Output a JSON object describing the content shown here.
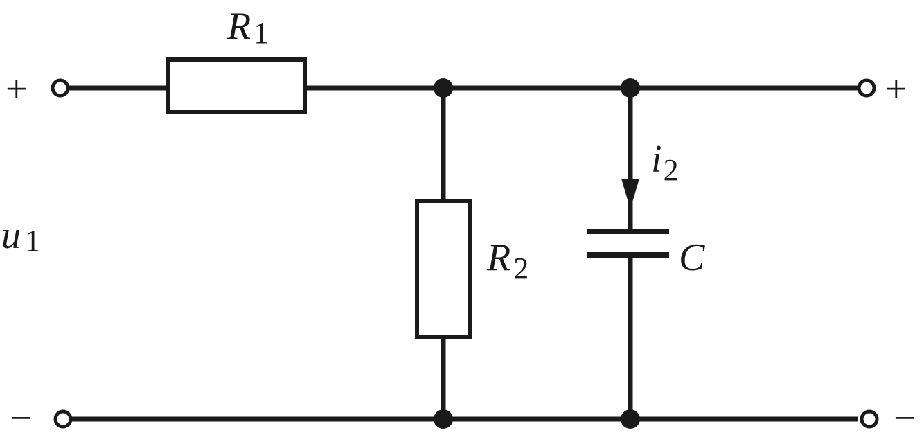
{
  "labels": {
    "R1": {
      "main": "R",
      "sub": "1"
    },
    "R2": {
      "main": "R",
      "sub": "2"
    },
    "i2": {
      "main": "i",
      "sub": "2"
    },
    "C": {
      "main": "C"
    },
    "u1": {
      "main": "u",
      "sub": "1"
    }
  },
  "terminals": {
    "input_plus": "+",
    "input_minus": "−",
    "output_plus": "+",
    "output_minus": "−"
  },
  "colors": {
    "ink": "#1a1a1a",
    "background": "#ffffff"
  }
}
